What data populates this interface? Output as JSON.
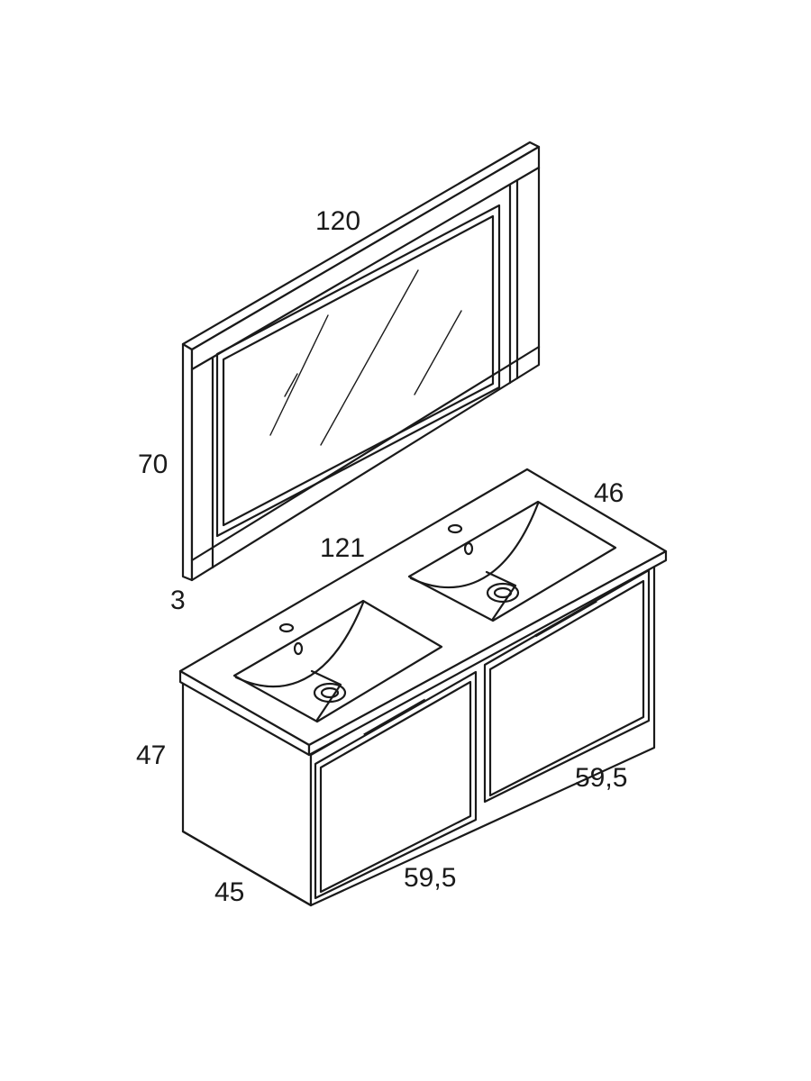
{
  "dimensions": {
    "mirror_width": "120",
    "mirror_height": "70",
    "mirror_depth": "3",
    "top_width": "121",
    "top_depth": "46",
    "cabinet_height": "47",
    "cabinet_depth": "45",
    "drawer_left_width": "59,5",
    "drawer_right_width": "59,5"
  }
}
